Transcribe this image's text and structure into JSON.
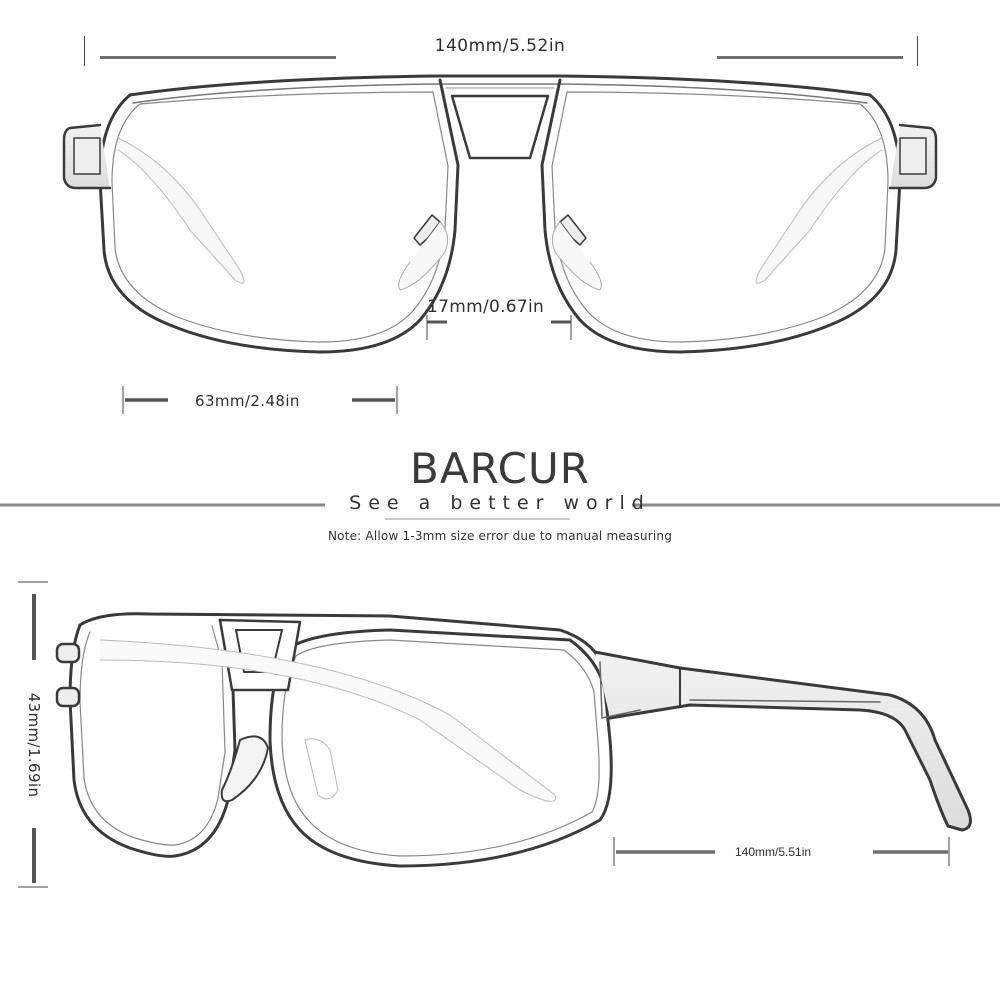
{
  "brand": {
    "name": "BARCUR",
    "slogan": "See a better world",
    "note": "Note: Allow 1-3mm size error due to manual measuring"
  },
  "front_view": {
    "total_width_label": "140mm/5.52in",
    "bridge_width_label": "17mm/0.67in",
    "lens_width_label": "63mm/2.48in"
  },
  "side_view": {
    "lens_height_label": "43mm/1.69in",
    "temple_length_label": "140mm/5.51in"
  },
  "colors": {
    "background": "#ffffff",
    "dimension_bar": "#6f6f6f",
    "text": "#2f2f2f",
    "frame_stroke": "#3a3a3a"
  }
}
